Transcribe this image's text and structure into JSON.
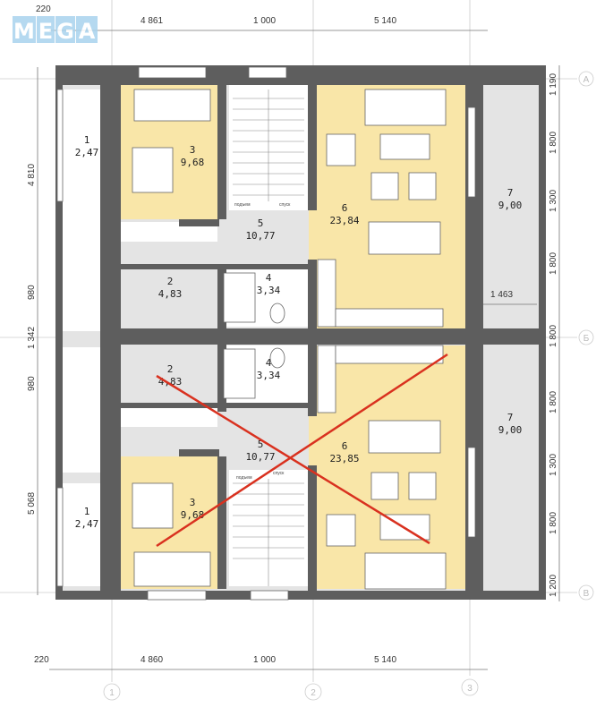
{
  "logo": {
    "text": "MEGA",
    "letters": [
      "M",
      "E",
      "G",
      "A"
    ],
    "color": "#a9d3ee"
  },
  "dimensions": {
    "top": [
      "220",
      "4 861",
      "1 000",
      "5 140"
    ],
    "bottom": [
      "220",
      "4 860",
      "1 000",
      "5 140"
    ],
    "left": [
      "4 810",
      "980",
      "1 342",
      "980",
      "5 068"
    ],
    "right": [
      "1 190",
      "1 800",
      "1 300",
      "1 800",
      "1 800",
      "1 800",
      "1 300",
      "1 800",
      "1 200"
    ],
    "inner": "1 463"
  },
  "axes": {
    "rows": [
      "А",
      "Б",
      "В"
    ],
    "columns": [
      "1",
      "2",
      "3"
    ]
  },
  "rooms_top": [
    {
      "number": "1",
      "area": "2,47"
    },
    {
      "number": "2",
      "area": "4,83"
    },
    {
      "number": "3",
      "area": "9,68"
    },
    {
      "number": "4",
      "area": "3,34"
    },
    {
      "number": "5",
      "area": "10,77"
    },
    {
      "number": "6",
      "area": "23,84"
    },
    {
      "number": "7",
      "area": "9,00"
    }
  ],
  "rooms_bottom": [
    {
      "number": "1",
      "area": "2,47"
    },
    {
      "number": "2",
      "area": "4,83"
    },
    {
      "number": "3",
      "area": "9,68"
    },
    {
      "number": "4",
      "area": "3,34"
    },
    {
      "number": "5",
      "area": "10,77"
    },
    {
      "number": "6",
      "area": "23,85"
    },
    {
      "number": "7",
      "area": "9,00"
    }
  ],
  "stairs": {
    "up": "подъем",
    "down": "спуск"
  },
  "colors": {
    "living": "#f9e6a8",
    "service": "#e4e4e4",
    "wall": "#5e5e5e",
    "cross_out": "#d9311f"
  }
}
